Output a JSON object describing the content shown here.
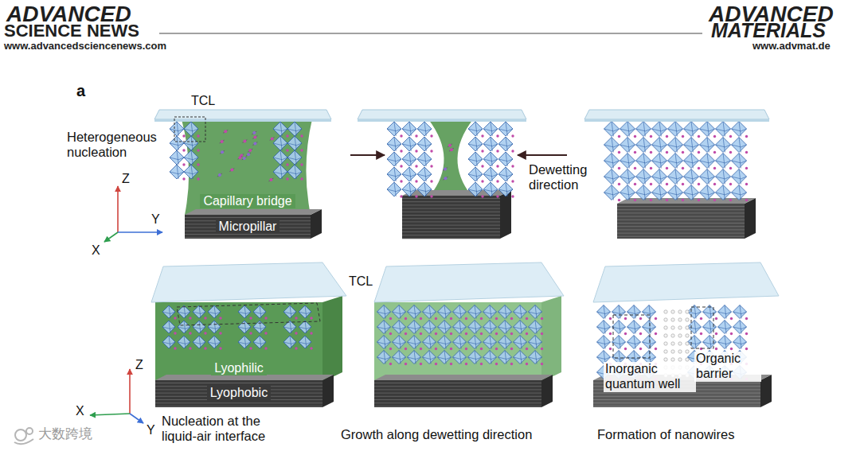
{
  "diagram": {
    "nodes": [
      {
        "text": [
          "Capillary bridge"
        ]
      },
      {
        "text": [
          "Micropillar"
        ]
      },
      {
        "text": [
          "Lyophilic"
        ]
      },
      {
        "text": [
          "Lyophobic"
        ]
      }
    ],
    "labels": [
      "ADVANCED",
      "SCIENCE NEWS",
      "www.advancedsciencenews.com",
      "ADVANCED",
      "MATERIALS",
      "www.advmat.de",
      "a",
      "TCL",
      "Heterogeneous nucleation",
      "Z",
      "Y",
      "X",
      "Dewetting direction",
      "TCL",
      "Z",
      "X",
      "Y",
      "Nucleation at the liquid-air interface",
      "Growth along dewetting direction",
      "Formation of nanowires",
      "Inorganic quantum well",
      "Organic barrier",
      "大数跨境"
    ]
  }
}
